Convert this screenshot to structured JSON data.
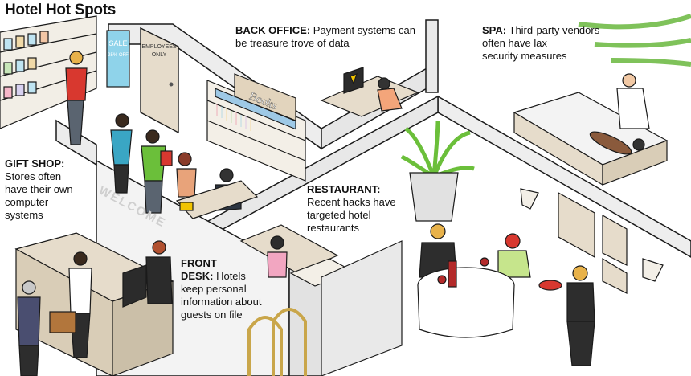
{
  "title": "Hotel Hot Spots",
  "callouts": {
    "back_office": {
      "label": "BACK OFFICE:",
      "text_line1": "Payment systems can",
      "text_line2": "be treasure trove of data"
    },
    "spa": {
      "label": "SPA:",
      "text_line1": "Third-party vendors",
      "text_line2": "often have lax",
      "text_line3": "security measures"
    },
    "gift_shop": {
      "label": "GIFT SHOP:",
      "text_line1": "Stores often",
      "text_line2": "have their own",
      "text_line3": "computer",
      "text_line4": "systems"
    },
    "restaurant": {
      "label": "RESTAURANT:",
      "text_line1": "Recent hacks have",
      "text_line2": "targeted hotel",
      "text_line3": "restaurants"
    },
    "front_desk": {
      "label": "FRONT",
      "label2": "DESK:",
      "text_line1": "Hotels",
      "text_line2": "keep personal",
      "text_line3": "information about",
      "text_line4": "guests on file"
    }
  },
  "signs": {
    "books": "Books",
    "welcome": "WELCOME",
    "employees_only_1": "EMPLOYEES",
    "employees_only_2": "ONLY",
    "sale_1": "SALE",
    "sale_2": "25% OFF"
  },
  "colors": {
    "outline": "#1a1a1a",
    "floor": "#f4f4f4",
    "wall": "#e9e9e9",
    "counter": "#e6dccb",
    "sale_sign": "#8fd3ea"
  }
}
